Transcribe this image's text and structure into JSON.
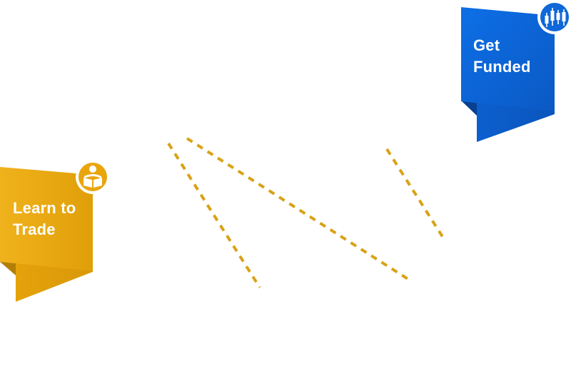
{
  "learn_card": {
    "line1": "Learn to",
    "line2": "Trade",
    "icon": "reader-icon",
    "color_primary": "#E8A50C",
    "color_dark": "#C98C08"
  },
  "funded_card": {
    "line1": "Get",
    "line2": "Funded",
    "icon": "candlestick-chart-icon",
    "color_primary": "#0F67D8",
    "color_dark": "#0A52B5"
  },
  "connector_color": "#D9A216"
}
